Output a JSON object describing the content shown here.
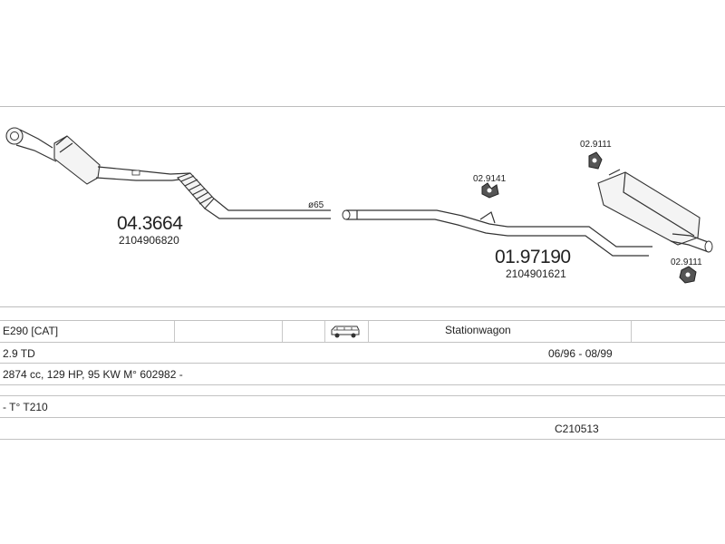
{
  "diagram": {
    "parts": [
      {
        "number": "04.3664",
        "oe": "2104906820"
      },
      {
        "number": "01.97190",
        "oe": "2104901621"
      }
    ],
    "hangers": {
      "top": "02.9111",
      "middle": "02.9141",
      "right": "02.9111"
    },
    "pipe_diameter": "ø65"
  },
  "table": {
    "model": "E290  [CAT]",
    "body_type": "Stationwagon",
    "body_icon": "station-wagon-icon",
    "engine": "2.9 TD",
    "date_range": "06/96 - 08/99",
    "specs": "2874 cc, 129 HP, 95 KW M° 602982 -",
    "type_code": "- T° T210",
    "catalog_code": "C210513"
  }
}
